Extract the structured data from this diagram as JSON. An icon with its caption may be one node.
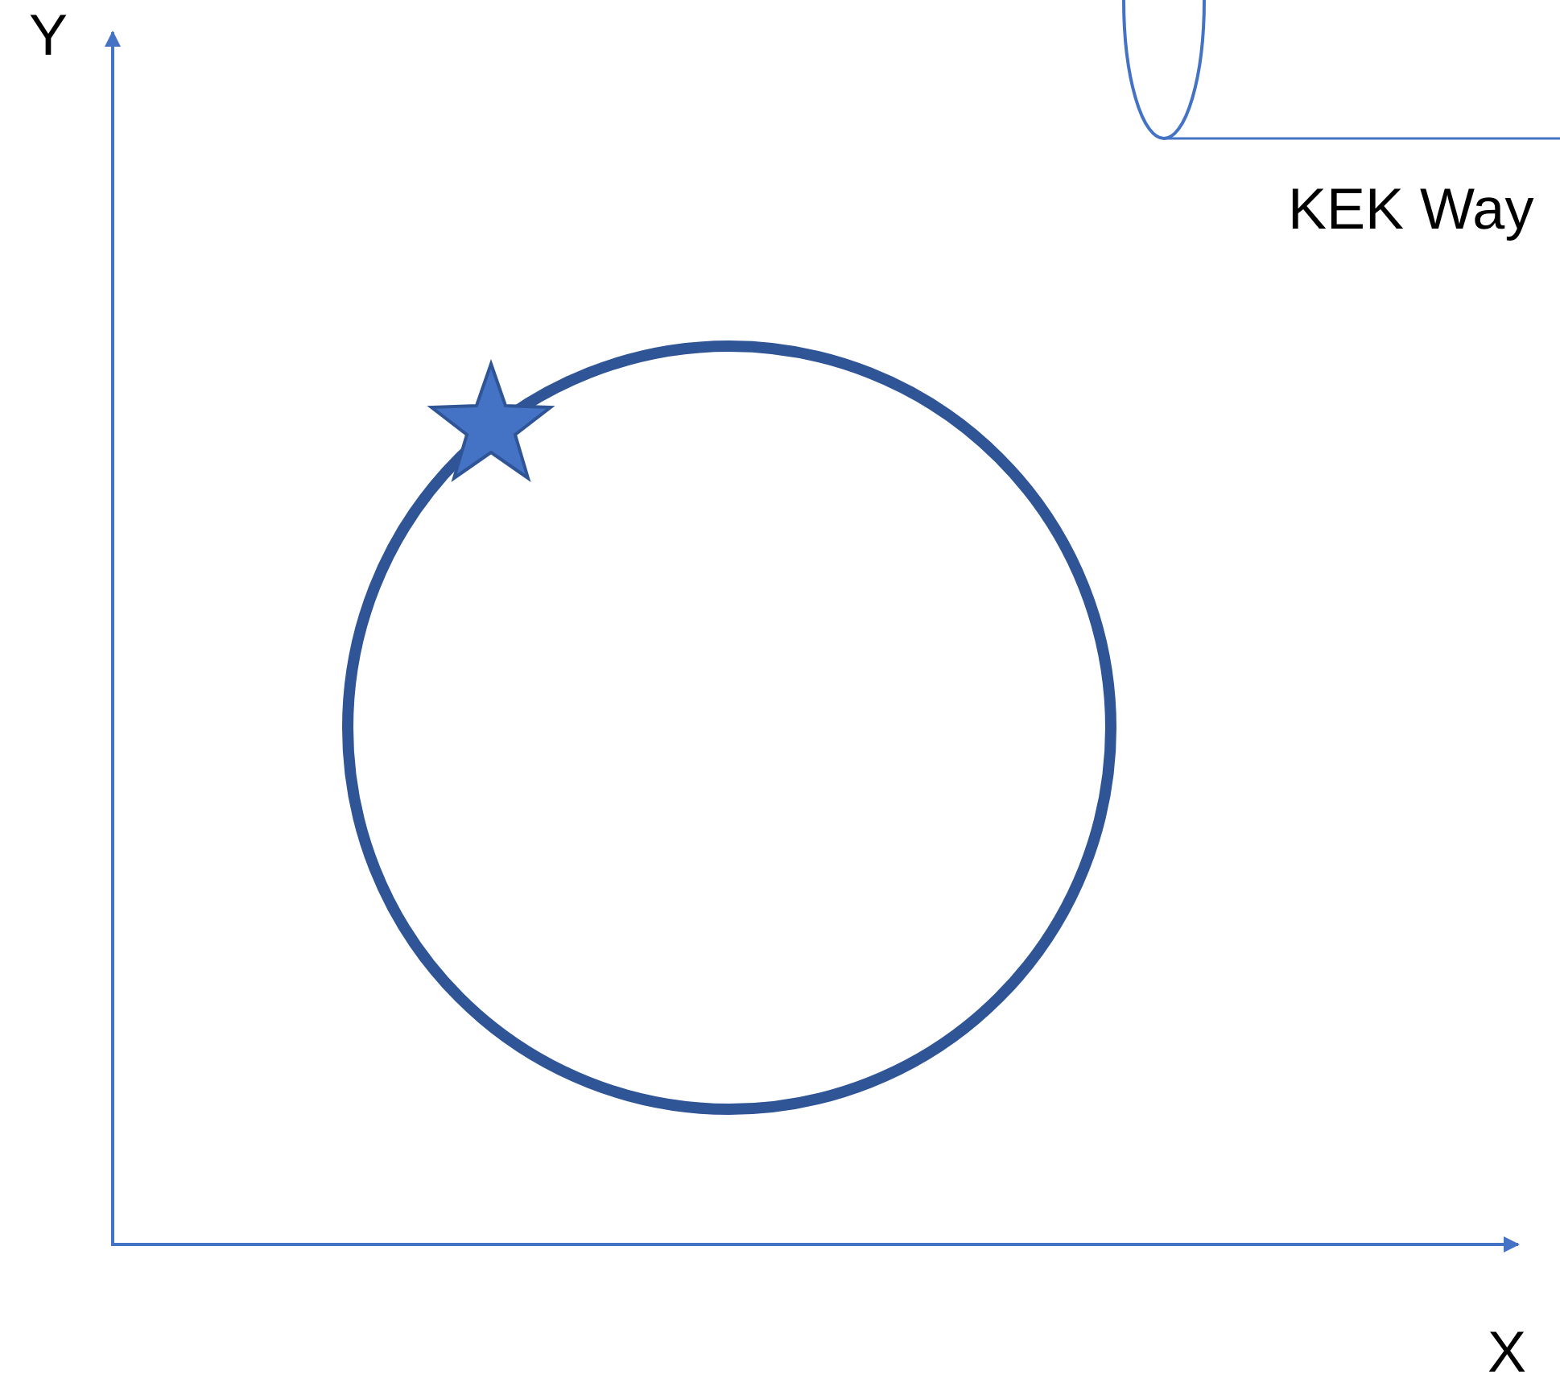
{
  "diagram": {
    "labels": [
      "Y",
      "KEK Way",
      "X"
    ]
  }
}
